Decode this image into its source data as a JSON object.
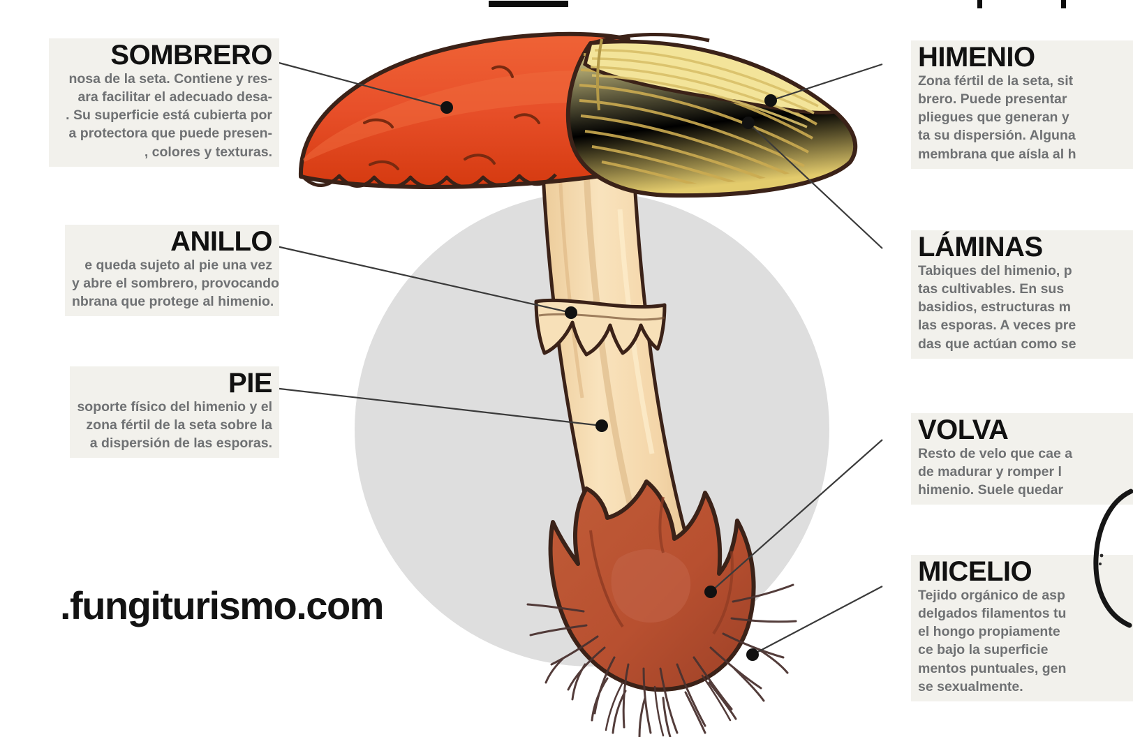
{
  "figure": {
    "title_visible": false,
    "subject": "Anatomía de la seta",
    "language": "es",
    "background_color": "#ffffff",
    "panel_background": "#f2f1ec",
    "backdrop_circle_color": "#dedede",
    "title_color": "#111111",
    "body_color": "#6f7173",
    "leader_line_color": "#3a3a3a",
    "hotspot_color": "#111111"
  },
  "watermark": {
    "url": ".fungiturismo.com"
  },
  "callouts": {
    "sombrero": {
      "title": "SOMBRERO",
      "lines": [
        "nosa de la seta. Contiene y res-",
        "ara facilitar el adecuado desa-",
        ". Su superficie está cubierta por",
        "a protectora que puede presen-",
        ", colores y texturas."
      ]
    },
    "anillo": {
      "title": "ANILLO",
      "lines": [
        "e queda sujeto al pie una vez",
        "y abre el sombrero, provocando",
        "nbrana que protege al himenio."
      ]
    },
    "pie": {
      "title": "PIE",
      "lines": [
        "soporte físico del himenio y el",
        "zona fértil de la seta sobre la",
        "a dispersión de las esporas."
      ]
    },
    "himenio": {
      "title": "HIMENIO",
      "lines": [
        "Zona fértil de la seta, sit",
        "brero. Puede presentar",
        "pliegues que generan y",
        "ta su dispersión. Alguna",
        "membrana que aísla al h"
      ]
    },
    "laminas": {
      "title": "LÁMINAS",
      "lines": [
        "Tabiques del himenio, p",
        "tas cultivables. En sus",
        "basidios, estructuras m",
        "las esporas. A veces pre",
        "das que actúan como se"
      ]
    },
    "volva": {
      "title": "VOLVA",
      "lines": [
        "Resto de velo que cae a",
        "de madurar  y romper l",
        "himenio. Suele quedar"
      ]
    },
    "micelio": {
      "title": "MICELIO",
      "lines": [
        "Tejido orgánico de asp",
        "delgados filamentos tu",
        "el hongo propiamente",
        "ce bajo la superficie",
        "mentos puntuales, gen",
        "se sexualmente."
      ]
    }
  },
  "illustration": {
    "parts": [
      {
        "name": "cap-top",
        "color": "#e8502a"
      },
      {
        "name": "cap-bottom",
        "color": "#d93a12"
      },
      {
        "name": "gills-outer",
        "color": "#f3e391"
      },
      {
        "name": "gills-inner",
        "color": "#e8d173"
      },
      {
        "name": "stem",
        "color": "#f6dcb2"
      },
      {
        "name": "stem-shade",
        "color": "#eccb99"
      },
      {
        "name": "volva",
        "color": "#b85030"
      },
      {
        "name": "volva-shade",
        "color": "#a8462a"
      },
      {
        "name": "mycelium",
        "color": "#4a3230"
      },
      {
        "name": "outline",
        "color": "#3b2218"
      }
    ]
  },
  "decor": {
    "top_rule_present": true,
    "top_tick_marks": 2,
    "corner_arc_present": true
  }
}
